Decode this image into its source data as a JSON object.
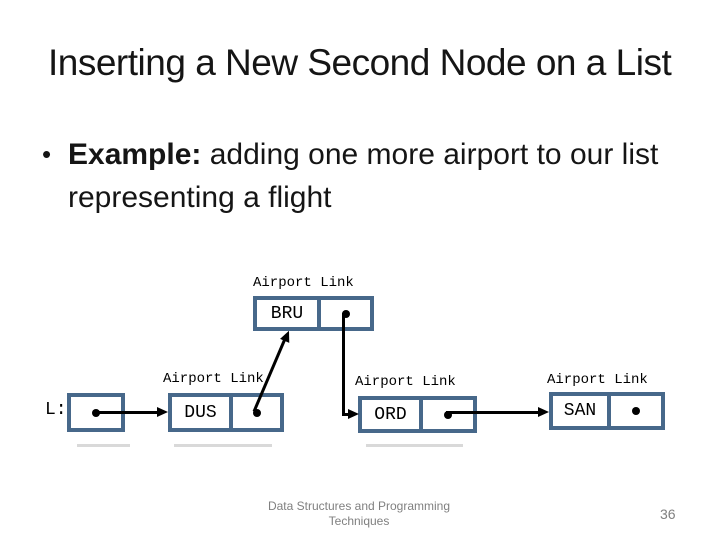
{
  "title": "Inserting a New Second Node on a List",
  "bullet": {
    "marker": "•",
    "lead": "Example:",
    "rest": "adding one more airport to our list representing a flight"
  },
  "diagram": {
    "pointer_label": "L:",
    "nodes": {
      "bru": {
        "header": "Airport Link",
        "value": "BRU"
      },
      "dus": {
        "header": "Airport Link",
        "value": "DUS"
      },
      "ord": {
        "header": "Airport Link",
        "value": "ORD"
      },
      "san": {
        "header": "Airport Link",
        "value": "SAN"
      }
    }
  },
  "footer": {
    "line1": "Data Structures and Programming",
    "line2": "Techniques",
    "page": "36"
  },
  "colors": {
    "node_border": "#47688a",
    "arrow": "#000000",
    "footer_gray": "#808080",
    "shadow_gray": "#d9d9d9"
  }
}
